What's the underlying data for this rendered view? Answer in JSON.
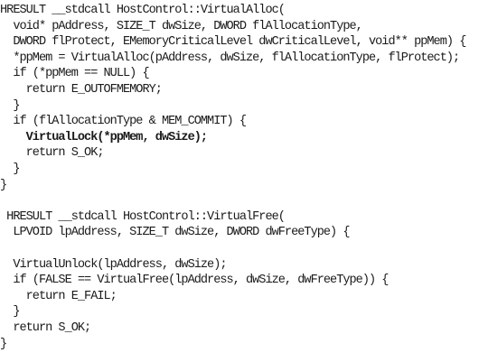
{
  "code": {
    "lines": [
      {
        "text": "HRESULT __stdcall HostControl::VirtualAlloc(",
        "bold": false
      },
      {
        "text": "  void* pAddress, SIZE_T dwSize, DWORD flAllocationType,",
        "bold": false
      },
      {
        "text": "  DWORD flProtect, EMemoryCriticalLevel dwCriticalLevel, void** ppMem) {",
        "bold": false
      },
      {
        "text": "  *ppMem = VirtualAlloc(pAddress, dwSize, flAllocationType, flProtect);",
        "bold": false
      },
      {
        "text": "  if (*ppMem == NULL) {",
        "bold": false
      },
      {
        "text": "    return E_OUTOFMEMORY;",
        "bold": false
      },
      {
        "text": "  }",
        "bold": false
      },
      {
        "text": "  if (flAllocationType & MEM_COMMIT) {",
        "bold": false
      },
      {
        "text": "    VirtualLock(*ppMem, dwSize);",
        "bold": true
      },
      {
        "text": "    return S_OK;",
        "bold": false
      },
      {
        "text": "  }",
        "bold": false
      },
      {
        "text": "}",
        "bold": false
      },
      {
        "text": "",
        "bold": false
      },
      {
        "text": " HRESULT __stdcall HostControl::VirtualFree(",
        "bold": false
      },
      {
        "text": "  LPVOID lpAddress, SIZE_T dwSize, DWORD dwFreeType) {",
        "bold": false
      },
      {
        "text": "",
        "bold": false
      },
      {
        "text": "  VirtualUnlock(lpAddress, dwSize);",
        "bold": false
      },
      {
        "text": "  if (FALSE == VirtualFree(lpAddress, dwSize, dwFreeType)) {",
        "bold": false
      },
      {
        "text": "    return E_FAIL;",
        "bold": false
      },
      {
        "text": "  }",
        "bold": false
      },
      {
        "text": "  return S_OK;",
        "bold": false
      },
      {
        "text": "}",
        "bold": false
      }
    ]
  }
}
